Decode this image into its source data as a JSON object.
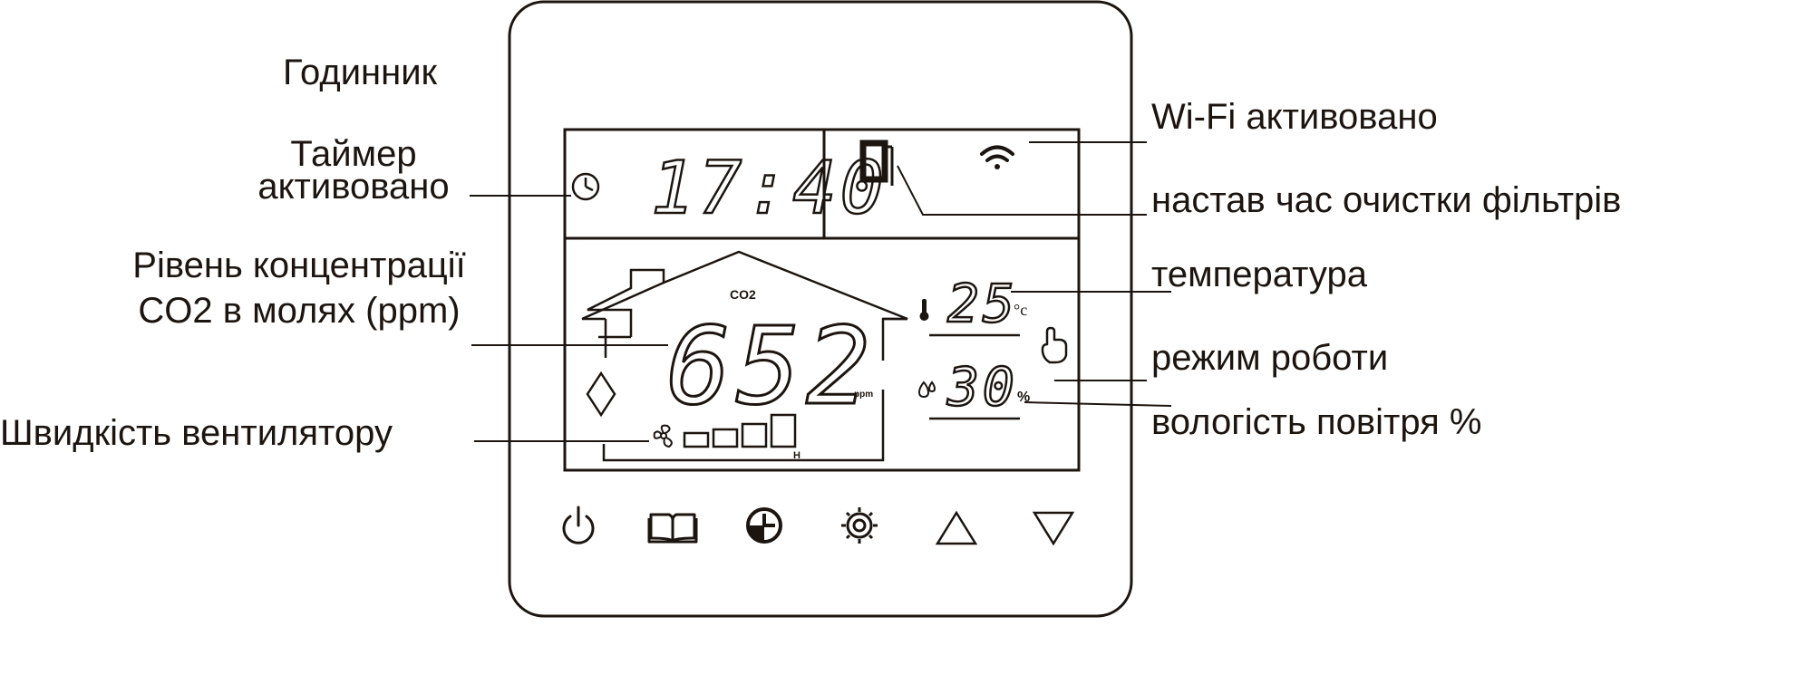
{
  "labels": {
    "clock": "Годинник",
    "timer_line1": "Таймер",
    "timer_line2": "активовано",
    "co2_line1": "Рівень концентрації",
    "co2_line2": "CO2 в молях  (ppm)",
    "fan_speed": "Швидкість вентилятору",
    "wifi": "Wi-Fi активовано",
    "filter": "настав час очистки фільтрів",
    "temperature": "температура",
    "mode": "режим роботи",
    "humidity": "вологість повітря %"
  },
  "display": {
    "time": "17:40",
    "co2_tag": "CO2",
    "co2_value": "652",
    "co2_unit": "ppm",
    "temp_value": "25",
    "temp_unit": "°c",
    "humidity_value": "30",
    "humidity_unit": "%",
    "fan_level_letter": "H"
  },
  "buttons": [
    {
      "icon": "power-icon"
    },
    {
      "icon": "book-icon"
    },
    {
      "icon": "clock-icon"
    },
    {
      "icon": "gear-icon"
    },
    {
      "icon": "arrow-up-icon"
    },
    {
      "icon": "arrow-down-icon"
    }
  ],
  "colors": {
    "ink": "#1c140f",
    "lcd_line": "#3a302a"
  }
}
